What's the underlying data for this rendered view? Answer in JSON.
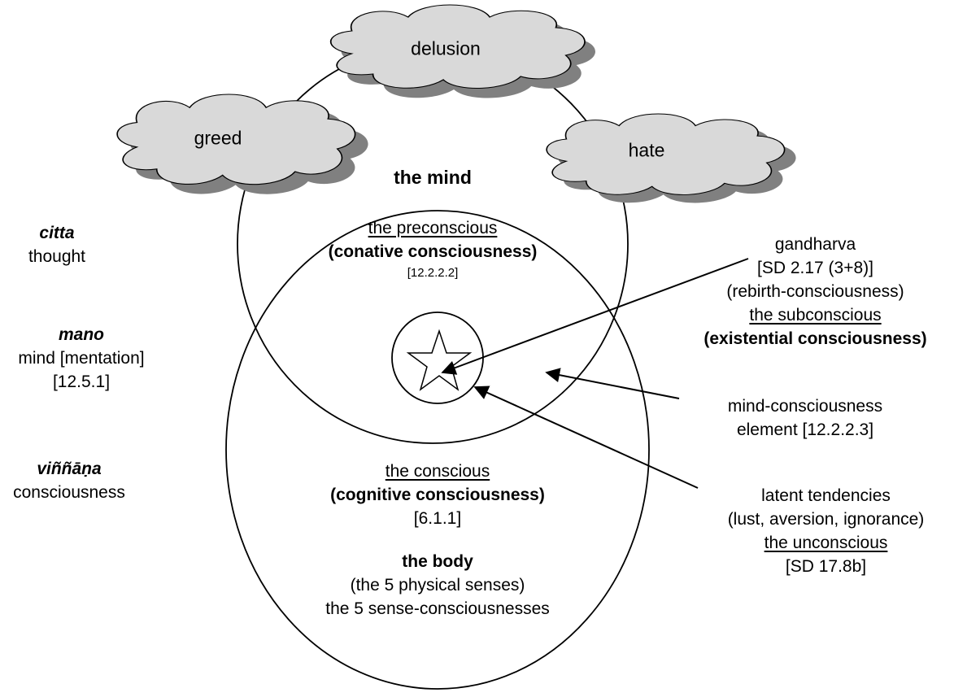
{
  "clouds": {
    "delusion": "delusion",
    "greed": "greed",
    "hate": "hate"
  },
  "mind_title": "the mind",
  "left_terms": {
    "citta": {
      "term": "citta",
      "gloss": "thought"
    },
    "mano": {
      "term": "mano",
      "gloss": "mind [mentation]",
      "ref": "[12.5.1]"
    },
    "vinnana": {
      "term": "viññāṇa",
      "gloss": "consciousness"
    }
  },
  "preconscious": {
    "title": "the preconscious",
    "desc": "(conative consciousness)",
    "ref": "[12.2.2.2]"
  },
  "conscious": {
    "title": "the conscious",
    "desc": "(cognitive consciousness)",
    "ref": "[6.1.1]"
  },
  "body": {
    "title": "the body",
    "line1": "(the 5 physical senses)",
    "line2": "the 5 sense-consciousnesses"
  },
  "right_labels": {
    "gandharva": {
      "line1": "gandharva",
      "line2": "[SD 2.17 (3+8)]",
      "line3": "(rebirth-consciousness)",
      "line4": "the subconscious",
      "line5": "(existential consciousness)"
    },
    "mind_consciousness": {
      "line1": "mind-consciousness",
      "line2": "element [12.2.2.3]"
    },
    "latent": {
      "line1": "latent tendencies",
      "line2": "(lust, aversion, ignorance)",
      "line3": "the unconscious",
      "line4": "[SD 17.8b]"
    }
  },
  "colors": {
    "cloud_fill": "#d9d9d9",
    "cloud_shadow": "#808080",
    "stroke": "#000000"
  }
}
